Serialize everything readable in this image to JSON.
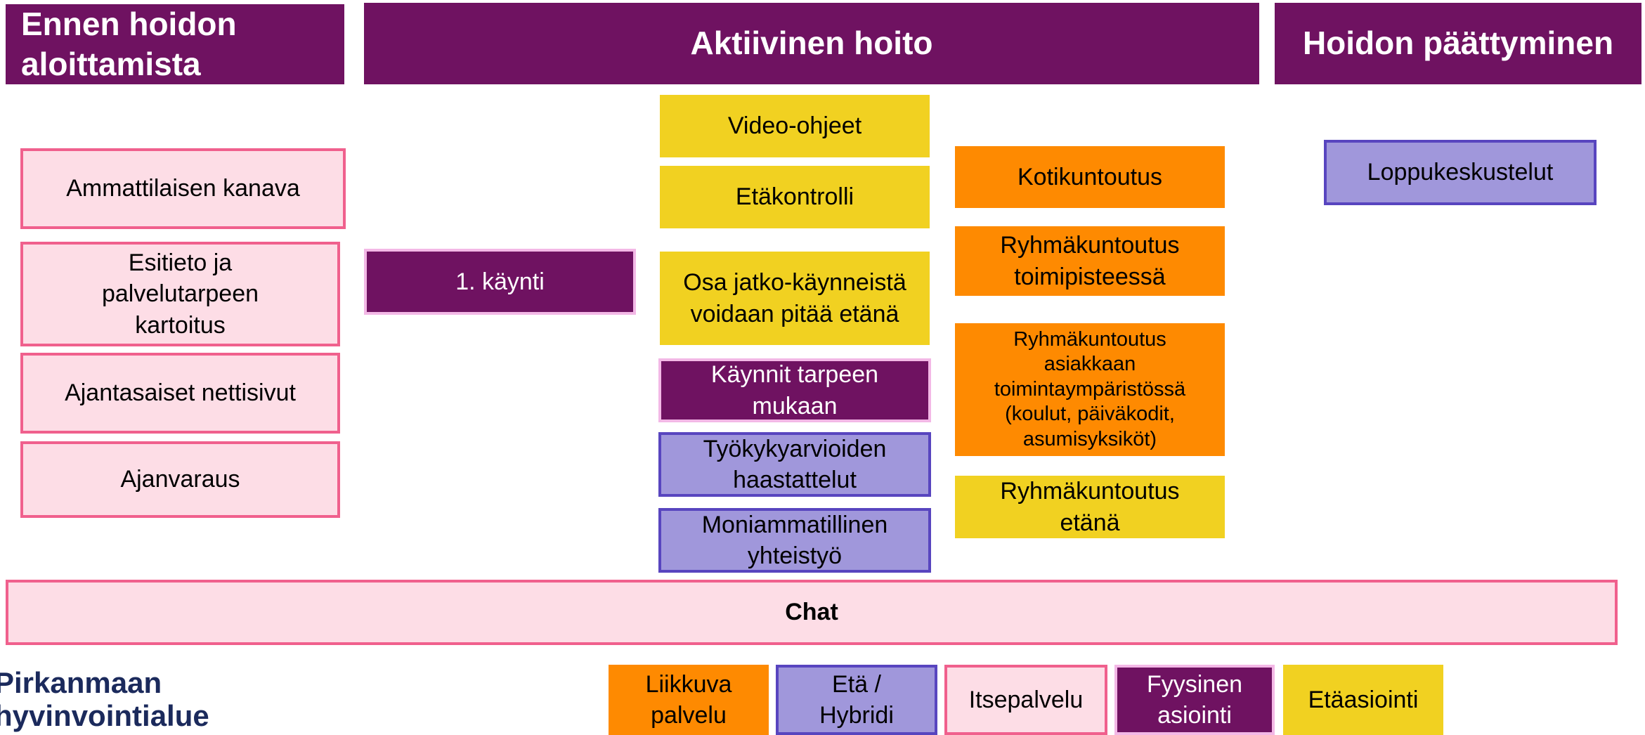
{
  "headers": {
    "before": "Ennen hoidon aloittamista",
    "active": "Aktiivinen hoito",
    "end": "Hoidon päättyminen"
  },
  "before_items": [
    "Ammattilaisen kanava",
    "Esitieto ja palvelutarpeen kartoitus",
    "Ajantasaiset nettisivut",
    "Ajanvaraus"
  ],
  "first_visit": "1. käynti",
  "middle_items": [
    "Video-ohjeet",
    "Etäkontrolli",
    "Osa jatko-käynneistä voidaan pitää etänä",
    "Käynnit tarpeen mukaan",
    "Työkykyarvioiden haastattelut",
    "Moniammatillinen yhteistyö"
  ],
  "right_items": [
    "Kotikuntoutus",
    "Ryhmäkuntoutus toimipisteessä",
    "Ryhmäkuntoutus asiakkaan toimintaympäristössä (koulut, päiväkodit, asumisyksiköt)",
    "Ryhmäkuntoutus etänä"
  ],
  "end_items": [
    "Loppukeskustelut"
  ],
  "chat": "Chat",
  "legend": [
    "Liikkuva palvelu",
    "Etä / Hybridi",
    "Itsepalvelu",
    "Fyysinen asiointi",
    "Etäasiointi"
  ],
  "logo_text": "Pirkanmaan hyvinvointialue",
  "colors": {
    "header": "#6f1261",
    "pink_fill": "#fddde6",
    "pink_border": "#f0608d",
    "lavender_fill": "#a097db",
    "lavender_border": "#5845bf",
    "yellow": "#f1d121",
    "orange": "#fe8a01",
    "logo": "#1b2a5c"
  }
}
